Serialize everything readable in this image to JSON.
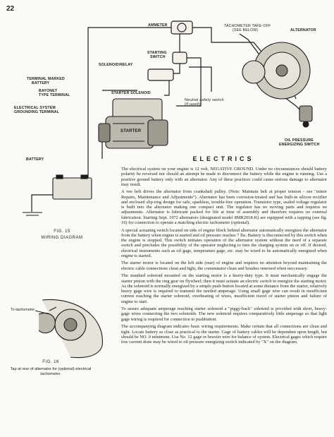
{
  "page_number": "22",
  "figure15": {
    "labels": {
      "ammeter": "AMMETER",
      "tach_takeoff_1": "TACHOMETER TAKE-OFF",
      "tach_takeoff_2": "(SEE BELOW)",
      "alternator": "ALTERNATOR",
      "starting_switch_1": "STARTING",
      "starting_switch_2": "SWITCH",
      "solenoid_relay": "SOLENOID/RELAY",
      "terminal_marked_1": "TERMINAL MARKED",
      "terminal_marked_2": "BATTERY",
      "bayonet_1": "BAYONET",
      "bayonet_2": "TYPE TERMINAL",
      "starter_solenoid": "STARTER SOLENOID",
      "electrical_system_1": "ELECTRICAL SYSTEM",
      "electrical_system_2": "GROUNDING TERMINAL",
      "neutral_safety_1": "Neutral safety switch",
      "neutral_safety_2": "(if used)",
      "starter": "STARTER",
      "battery": "BATTERY",
      "oil_pressure_1": "OIL PRESSURE",
      "oil_pressure_2": "ENERGIZING SWITCH"
    },
    "caption_number": "FIG. 15",
    "caption_title": "WIRING DIAGRAM"
  },
  "figure16": {
    "to_tachometer": "To tachometer",
    "caption_number": "FIG. 16",
    "caption_text": "Tap at rear of alternator for (optional) electrical tachometer."
  },
  "article": {
    "heading": "ELECTRICS",
    "paragraphs": [
      "The electrical system on your engine is 12 volt, NEGATIVE GROUND. Under no circumstances should battery polarity be reversed nor should an attempt be made to disconnect the battery while the engine is running. Use a positive ground battery only with an alternator. Any of these practices could cause serious damage to alternator may result.",
      "A vee belt drives the alternator from crankshaft pulley. (Note: Maintain belt at proper tension - see \"minor Repairs, Maintenance and Adjustments\"). Alternator has been corrosion-treated and has built-in silicon rectifier and enclosed slip-ring design for safe, sparkless, trouble-free operation. Transistor type, sealed voltage regulator is built into the alternator making one compact unit. The regulator has no moving parts and requires no adjustments. Alternator is lubricant packed for life at time of assembly and therefore requires no external lubrication. Starting Sept. 1972 alternators (designated model 8MR2018-K) are equipped with a tapping (see fig. 16) for connection to operate a matching electric tachometer (optional).",
      "A special actuating switch located on side of engine block behind alternator automatically energizes the alternator from the battery when engine is started and oil pressure reaches 7 lbs. Battery is disconnected by this switch when the engine is stopped. This switch initiates operation of the alternator system without the need of a separate switch and precludes the possibility of the operator neglecting to turn the charging system on or off. If desired, electrical instruments such as oil gage, temperature gage, etc. may be wired to be automatically energized when engine is started.",
      "The starter motor is located on the left side (rear) of engine and requires no attention beyond maintaining the electric cable connections clean and tight, the commutator clean and brushes renewed when neccessary.",
      "The standard solenoid mounted on the starting motor is a heavy-duty type. It must mechanically engage the starter pinion with the ring gear on flywheel; then it must actuate an electric switch to energize the starting motor. As the solenoid is normally energized by a simple push-button located at some distance from the starter, relatively heavy gage wire is required to transmit the needed amperage. Using small gage wire can result in insufficient current reaching the starter solenoid, overheating of wires, insufficient travel of starter pinion and failure of engine to start.",
      "To assure adequate amperage reaching starter solenoid a \"piggy-back\" solenoid is provided with short, heavy-gage wires connecting the two solenoids. The new solenoid requires comparatively little amperage so that light gage wiring is required for connection to pushbutton.",
      "The accompanying diagram indicates basic wiring requirements. Make certain that all connections are clean and tight. Locate battery as close as practical to the starter. Gage of battery cables will be dependent upon length, but should be NO. 0 minimum. Use No. 12 gage or heavier wire for balance of system. Electrical gages which require low current draw may be wired to oil pressure energizing switch indicated by \"X\" on the diagram."
    ]
  }
}
